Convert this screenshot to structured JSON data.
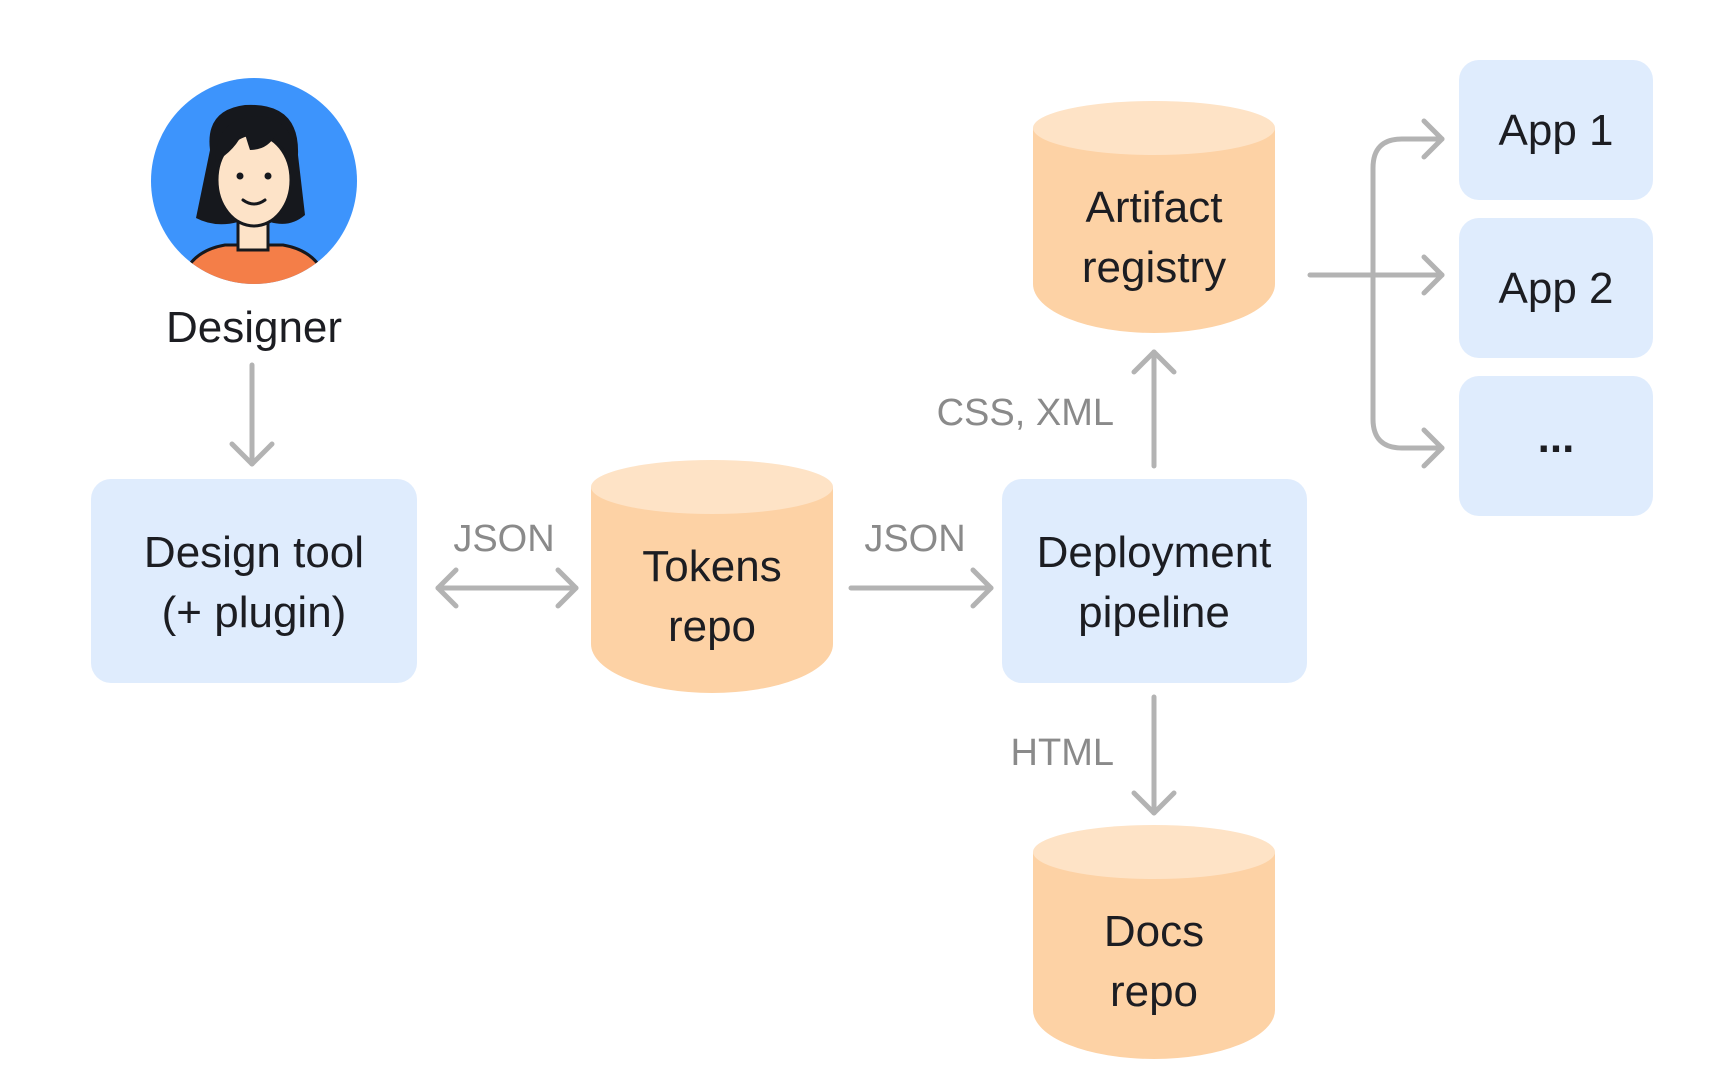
{
  "colors": {
    "box_fill": "#dfecfd",
    "cylinder_fill": "#fdd2a5",
    "cylinder_top": "#fee3c6",
    "arrow": "#b3b3b3",
    "avatar_bg": "#3d94fc",
    "shirt": "#f47e48"
  },
  "designer": {
    "label": "Designer",
    "icon": "designer-avatar-icon"
  },
  "nodes": {
    "design_tool": {
      "line1": "Design tool",
      "line2": "(+ plugin)"
    },
    "tokens_repo": {
      "line1": "Tokens",
      "line2": "repo"
    },
    "deployment_pipeline": {
      "line1": "Deployment",
      "line2": "pipeline"
    },
    "artifact_registry": {
      "line1": "Artifact",
      "line2": "registry"
    },
    "docs_repo": {
      "line1": "Docs",
      "line2": "repo"
    },
    "app1": {
      "label": "App 1"
    },
    "app2": {
      "label": "App 2"
    },
    "app_more": {
      "label": "..."
    }
  },
  "edges": {
    "design_tokens": "JSON",
    "tokens_pipeline": "JSON",
    "pipeline_registry": "CSS, XML",
    "pipeline_docs": "HTML"
  }
}
